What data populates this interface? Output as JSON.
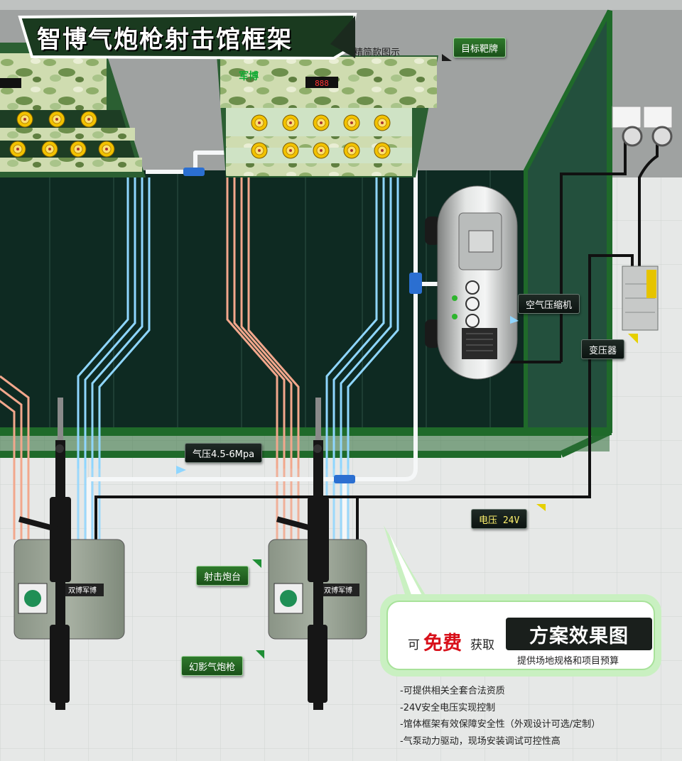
{
  "title": "智博气炮枪射击馆框架",
  "subtitle": "精简款图示",
  "labels": {
    "target_board": "目标靶牌",
    "compressor": "空气压缩机",
    "transformer": "变压器",
    "pressure": "气压4.5-6Mpa",
    "voltage": "电压 24V",
    "gun_platform": "射击炮台",
    "air_cannon": "幻影气炮枪"
  },
  "board_logo_text": "军博",
  "booth_brand": "双博军博",
  "promo": {
    "prefix": "可",
    "free": "免费",
    "get": "获取",
    "title": "方案效果图",
    "subtitle": "提供场地规格和项目预算"
  },
  "features": [
    "-可提供相关全套合法资质",
    "-24V安全电压实现控制",
    "-馆体框架有效保障安全性（外观设计可选/定制）",
    "-气泵动力驱动，现场安装调试可控性高"
  ],
  "colors": {
    "frame_green": "#1f5a2a",
    "wall_dark": "#0e2a22",
    "hose_blue": "#8fd6ff",
    "hose_red": "#f2a78c",
    "target_yellow": "#f2c200",
    "promo_red": "#d8101a"
  }
}
